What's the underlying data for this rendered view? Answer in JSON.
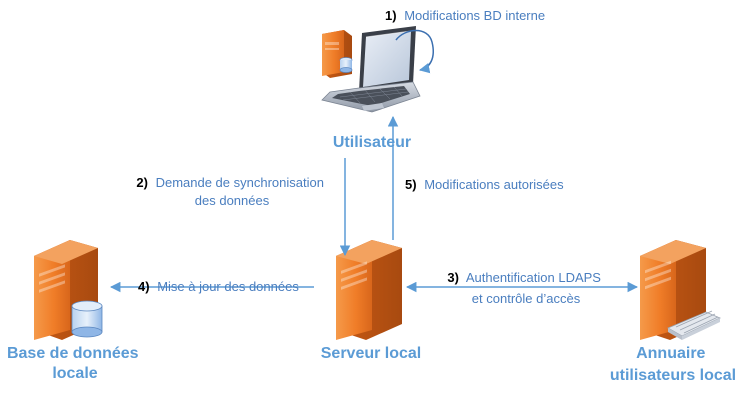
{
  "colors": {
    "arrow": "#5b9bd5",
    "label_text": "#4a7ebf",
    "node_label": "#5b9bd5",
    "server_orange": "#f07d28",
    "server_dark": "#c85a14",
    "database_blue": "#8fb6e6"
  },
  "nodes": {
    "user": {
      "label": "Utilisateur",
      "icon": "laptop-with-server-icon"
    },
    "local_db": {
      "label_line1": "Base de données",
      "label_line2": "locale",
      "icon": "server-with-database-icon"
    },
    "local_server": {
      "label": "Serveur local",
      "icon": "server-icon"
    },
    "directory": {
      "label_line1": "Annuaire",
      "label_line2": "utilisateurs local",
      "icon": "server-with-directory-icon"
    }
  },
  "steps": [
    {
      "num": "1)",
      "text": "Modifications BD interne"
    },
    {
      "num": "2)",
      "text_line1": "Demande de synchronisation",
      "text_line2": "des données"
    },
    {
      "num": "3)",
      "text_line1": "Authentification LDAPS",
      "text_line2": "et contrôle d’accès"
    },
    {
      "num": "4)",
      "text": "Mise à jour des données"
    },
    {
      "num": "5)",
      "text": "Modifications autorisées"
    }
  ]
}
